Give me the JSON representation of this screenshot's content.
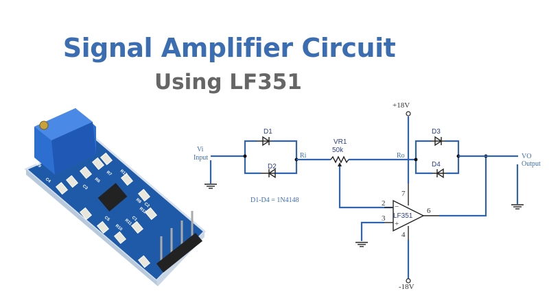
{
  "title": "Signal Amplifier Circuit",
  "subtitle": "Using LF351",
  "schematic": {
    "vi": "Vi",
    "input": "Input",
    "d1": "D1",
    "d2": "D2",
    "d3": "D3",
    "d4": "D4",
    "ri": "Ri",
    "ro": "Ro",
    "vr1": "VR1",
    "vr1_value": "50k",
    "pos_supply": "+18V",
    "neg_supply": "-18V",
    "opamp": "LF351",
    "pin2": "2",
    "pin3": "3",
    "pin4": "4",
    "pin6": "6",
    "pin7": "7",
    "vo": "VO",
    "output": "Output",
    "note": "D1-D4 = 1N4148"
  },
  "module_photo": {
    "labels": [
      "C4",
      "C3",
      "R6",
      "R7",
      "R8",
      "R9",
      "R10",
      "R11",
      "R12",
      "R13",
      "C1",
      "C2",
      "C5"
    ]
  },
  "colors": {
    "title": "#3b6db3",
    "subtitle": "#666666",
    "wire": "#2f63b0",
    "pcb": "#1f5fb0"
  }
}
